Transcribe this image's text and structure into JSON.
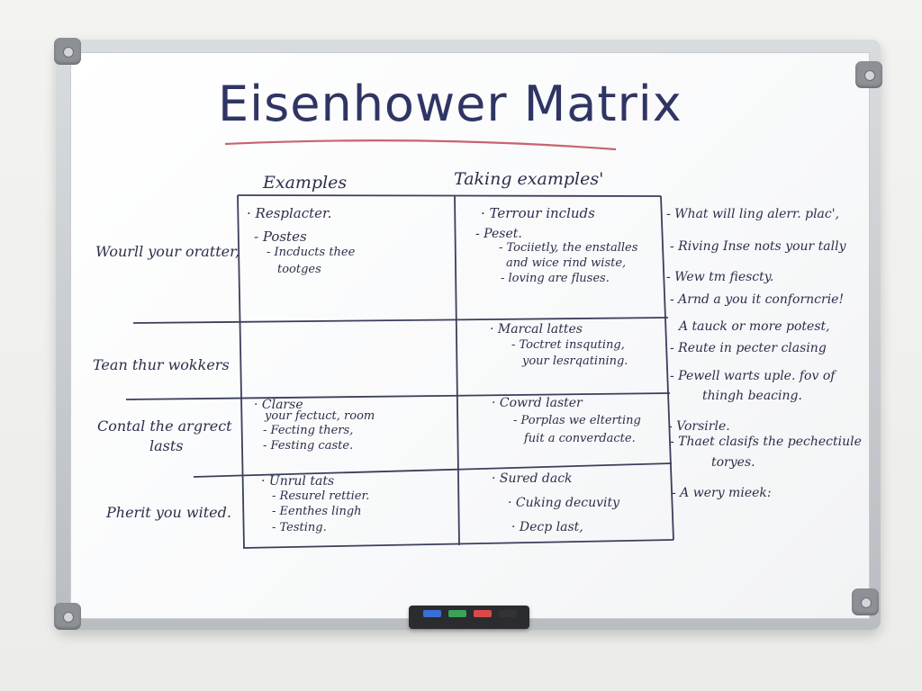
{
  "title": "Eisenhower Matrix",
  "headers": {
    "left": "Examples",
    "right": "Taking examples'"
  },
  "rows": [
    {
      "label": "Wourll your oratter,"
    },
    {
      "label": "Tean thur wokkers"
    },
    {
      "label": [
        "Contal the argrect",
        "lasts"
      ]
    },
    {
      "label": "Pherit you wited."
    }
  ],
  "cells": {
    "r1c1": [
      "· Resplacter.",
      "- Postes",
      "- Incducts thee",
      "tootges"
    ],
    "r1c2": [
      "· Terrour includs",
      "- Peset.",
      "- Tociietly, the enstalles",
      "and wice rind wiste,",
      "- loving are fluses."
    ],
    "r2c1": [],
    "r2c2": [
      "· Marcal lattes",
      "- Toctret insquting,",
      "your lesrqatining."
    ],
    "r3c1": [
      "· Clarse",
      "your fectuct, room",
      "- Fecting thers,",
      "- Festing caste."
    ],
    "r3c2": [
      "· Cowrd laster",
      "- Porplas we elterting",
      "fuit a converdacte."
    ],
    "r4c1": [
      "· Unrul tats",
      "- Resurel rettier.",
      "- Eenthes lingh",
      "- Testing."
    ],
    "r4c2": [
      "· Sured dack",
      "· Cuking decuvity",
      "· Decp last,"
    ]
  },
  "side_notes": [
    "- What will ling alerr. plac',",
    "- Riving Inse nots your tally",
    "- Wew tm fiescty.",
    "- Arnd a you it conforncrie!",
    "A tauck or more potest,",
    "- Reute in pecter clasing",
    "- Pewell warts uple. fov of",
    "thingh beacing.",
    "- Vorsirle.",
    "- Thaet clasifs the pechectiule",
    "toryes.",
    "- A wery mieek:"
  ],
  "colors": {
    "ink": "#2b2f4a",
    "title_ink": "#2f3563",
    "underline": "#c8646e",
    "frame": "#c4c8cc"
  },
  "marker_colors": [
    "#3a6fd8",
    "#3aa35a",
    "#d84a4a",
    "#333333"
  ]
}
